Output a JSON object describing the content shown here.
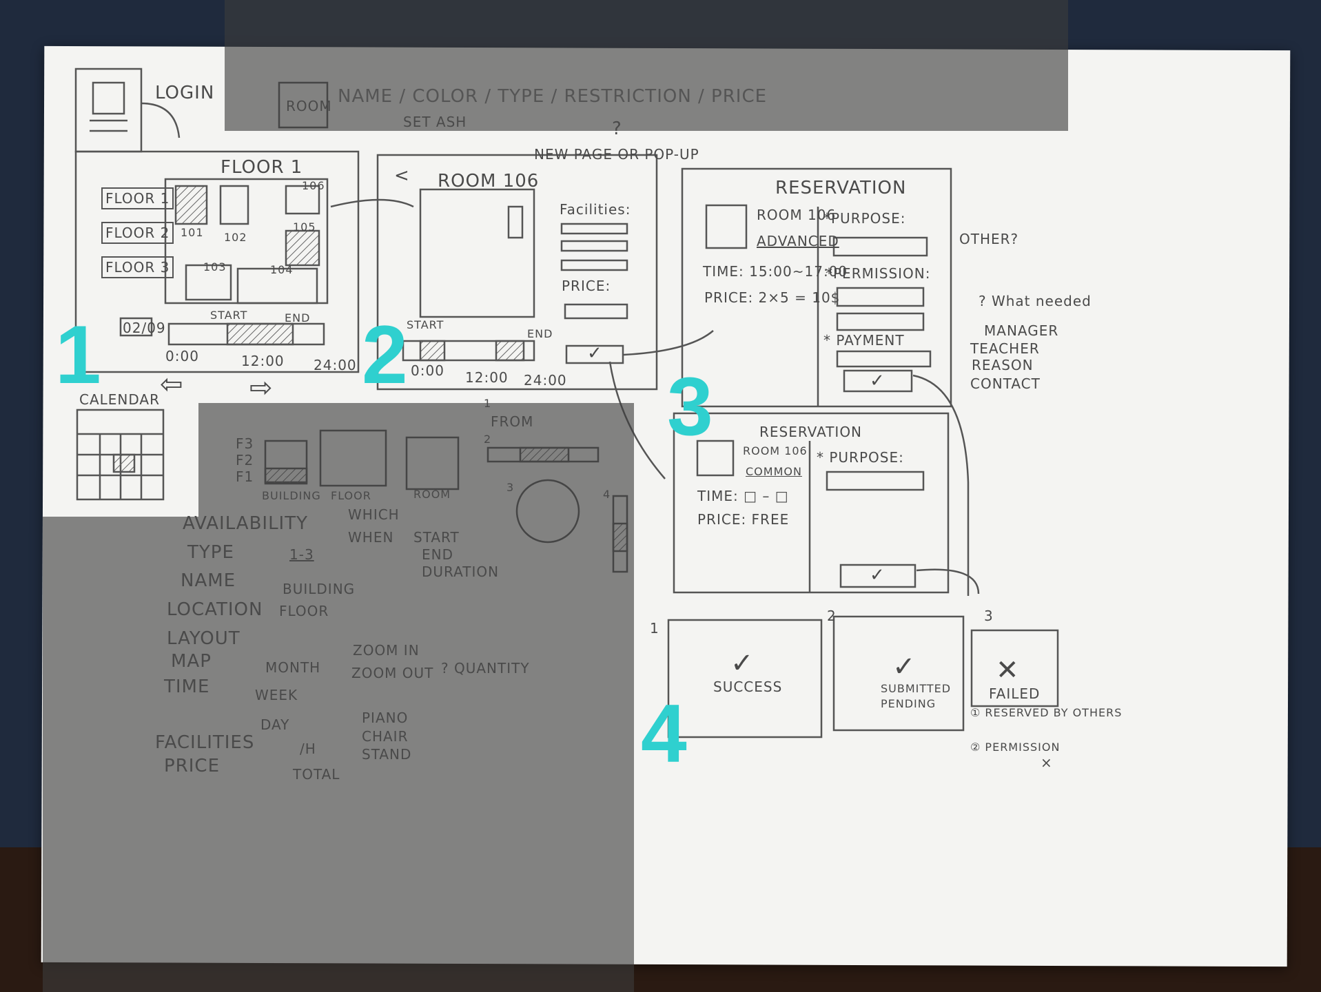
{
  "top": {
    "login": "LOGIN",
    "room_box": "ROOM",
    "attributes": "NAME / COLOR / TYPE / RESTRICTION / PRICE",
    "set_ash": "SET ASH",
    "question": "?",
    "new_page": "NEW PAGE OR POP-UP"
  },
  "panel1": {
    "title": "FLOOR 1",
    "floors": [
      "FLOOR 1",
      "FLOOR 2",
      "FLOOR 3"
    ],
    "rooms": [
      "101",
      "102",
      "103",
      "104",
      "105",
      "106"
    ],
    "date": "02/09",
    "start": "START",
    "end": "END",
    "ticks": [
      "0:00",
      "12:00",
      "24:00"
    ],
    "calendar": "CALENDAR"
  },
  "panel2": {
    "back": "<",
    "title": "ROOM 106",
    "facilities": "Facilities:",
    "price": "PRICE:",
    "start": "START",
    "end": "END",
    "ticks": [
      "0:00",
      "12:00",
      "24:00"
    ]
  },
  "panel3a": {
    "title": "RESERVATION",
    "room": "ROOM 106",
    "room_type": "ADVANCED",
    "time": "TIME: 15:00~17:00",
    "price": "PRICE: 2×5 = 10$",
    "purpose": "*PURPOSE:",
    "other": "OTHER?",
    "permission": "*PERMISSION:",
    "payment": "* PAYMENT",
    "what_needed": "? What needed",
    "needed_list": [
      "MANAGER",
      "TEACHER",
      "REASON",
      "CONTACT"
    ]
  },
  "panel3b": {
    "title": "RESERVATION",
    "room": "ROOM 106",
    "room_type": "COMMON",
    "time": "TIME: □ – □",
    "price": "PRICE: FREE",
    "purpose": "* PURPOSE:"
  },
  "panel4": {
    "markers": [
      "1",
      "2",
      "3"
    ],
    "success": "SUCCESS",
    "submitted": "SUBMITTED",
    "pending": "PENDING",
    "failed": "FAILED",
    "reasons": [
      "① RESERVED BY OTHERS",
      "② PERMISSION"
    ],
    "close": "×"
  },
  "sketch_lower": {
    "markers": [
      "1",
      "2",
      "3",
      "4"
    ],
    "floors": [
      "F3",
      "F2",
      "F1"
    ],
    "captions": [
      "BUILDING",
      "FLOOR",
      "ROOM"
    ],
    "from": "FROM",
    "tree": [
      "AVAILABILITY",
      "WHICH",
      "WHEN",
      "START",
      "END",
      "DURATION",
      "TYPE",
      "1-3",
      "NAME",
      "BUILDING",
      "LOCATION",
      "FLOOR",
      "LAYOUT",
      "MAP",
      "ZOOM IN",
      "ZOOM OUT",
      "? QUANTITY",
      "TIME",
      "MONTH",
      "WEEK",
      "DAY",
      "FACILITIES",
      "PIANO",
      "CHAIR",
      "STAND",
      "PRICE",
      "/H",
      "TOTAL"
    ]
  },
  "step_numbers": [
    "1",
    "2",
    "3",
    "4"
  ],
  "colors": {
    "step_number": "#2fd0cf",
    "paper": "#f4f4f2",
    "pencil": "#4a4a4a",
    "veil": "#5a5a5a"
  }
}
